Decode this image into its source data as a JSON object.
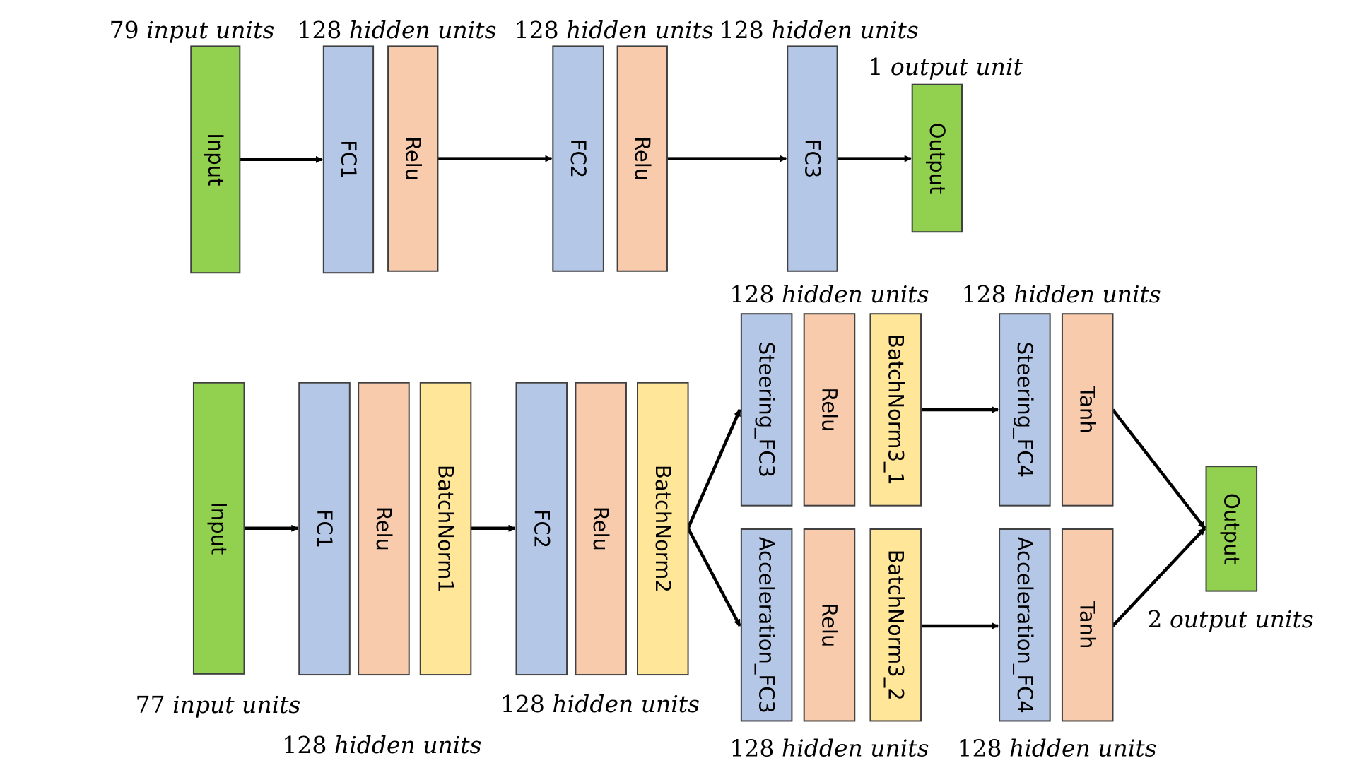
{
  "colors": {
    "green": "#92d050",
    "blue": "#b4c7e7",
    "orange": "#f8cbad",
    "yellow": "#ffe699",
    "border": "#404040",
    "arrow": "#000000"
  },
  "top_network": {
    "blocks": [
      {
        "id": "t_input",
        "label": "Input",
        "color": "green"
      },
      {
        "id": "t_fc1",
        "label": "FC1",
        "color": "blue"
      },
      {
        "id": "t_relu1",
        "label": "Relu",
        "color": "orange"
      },
      {
        "id": "t_fc2",
        "label": "FC2",
        "color": "blue"
      },
      {
        "id": "t_relu2",
        "label": "Relu",
        "color": "orange"
      },
      {
        "id": "t_fc3",
        "label": "FC3",
        "color": "blue"
      },
      {
        "id": "t_output",
        "label": "Output",
        "color": "green"
      }
    ],
    "unit_labels": [
      {
        "id": "t_u1",
        "number": "79",
        "text": "input units"
      },
      {
        "id": "t_u2",
        "number": "128",
        "text": "hidden units"
      },
      {
        "id": "t_u3",
        "number": "128",
        "text": "hidden units"
      },
      {
        "id": "t_u4",
        "number": "128",
        "text": "hidden units"
      },
      {
        "id": "t_u5",
        "number": "1",
        "text": "output unit"
      }
    ]
  },
  "bottom_network": {
    "blocks": [
      {
        "id": "b_input",
        "label": "Input",
        "color": "green"
      },
      {
        "id": "b_fc1",
        "label": "FC1",
        "color": "blue"
      },
      {
        "id": "b_relu1",
        "label": "Relu",
        "color": "orange"
      },
      {
        "id": "b_bn1",
        "label": "BatchNorm1",
        "color": "yellow"
      },
      {
        "id": "b_fc2",
        "label": "FC2",
        "color": "blue"
      },
      {
        "id": "b_relu2",
        "label": "Relu",
        "color": "orange"
      },
      {
        "id": "b_bn2",
        "label": "BatchNorm2",
        "color": "yellow"
      },
      {
        "id": "b_sfc3",
        "label": "Steering_FC3",
        "color": "blue"
      },
      {
        "id": "b_srelu",
        "label": "Relu",
        "color": "orange"
      },
      {
        "id": "b_sbn3",
        "label": "BatchNorm3_1",
        "color": "yellow"
      },
      {
        "id": "b_sfc4",
        "label": "Steering_FC4",
        "color": "blue"
      },
      {
        "id": "b_stanh",
        "label": "Tanh",
        "color": "orange"
      },
      {
        "id": "b_afc3",
        "label": "Acceleration_FC3",
        "color": "blue"
      },
      {
        "id": "b_arelu",
        "label": "Relu",
        "color": "orange"
      },
      {
        "id": "b_abn3",
        "label": "BatchNorm3_2",
        "color": "yellow"
      },
      {
        "id": "b_afc4",
        "label": "Acceleration_FC4",
        "color": "blue"
      },
      {
        "id": "b_atanh",
        "label": "Tanh",
        "color": "orange"
      },
      {
        "id": "b_output",
        "label": "Output",
        "color": "green"
      }
    ],
    "unit_labels": [
      {
        "id": "b_u1",
        "number": "128",
        "text": "hidden units"
      },
      {
        "id": "b_u2",
        "number": "128",
        "text": "hidden units"
      },
      {
        "id": "b_u3",
        "number": "77",
        "text": "input units"
      },
      {
        "id": "b_u4",
        "number": "128",
        "text": "hidden units"
      },
      {
        "id": "b_u5",
        "number": "128",
        "text": "hidden units"
      },
      {
        "id": "b_u6",
        "number": "128",
        "text": "hidden units"
      },
      {
        "id": "b_u7",
        "number": "128",
        "text": "hidden units"
      },
      {
        "id": "b_u8",
        "number": "2",
        "text": "output units"
      }
    ]
  }
}
